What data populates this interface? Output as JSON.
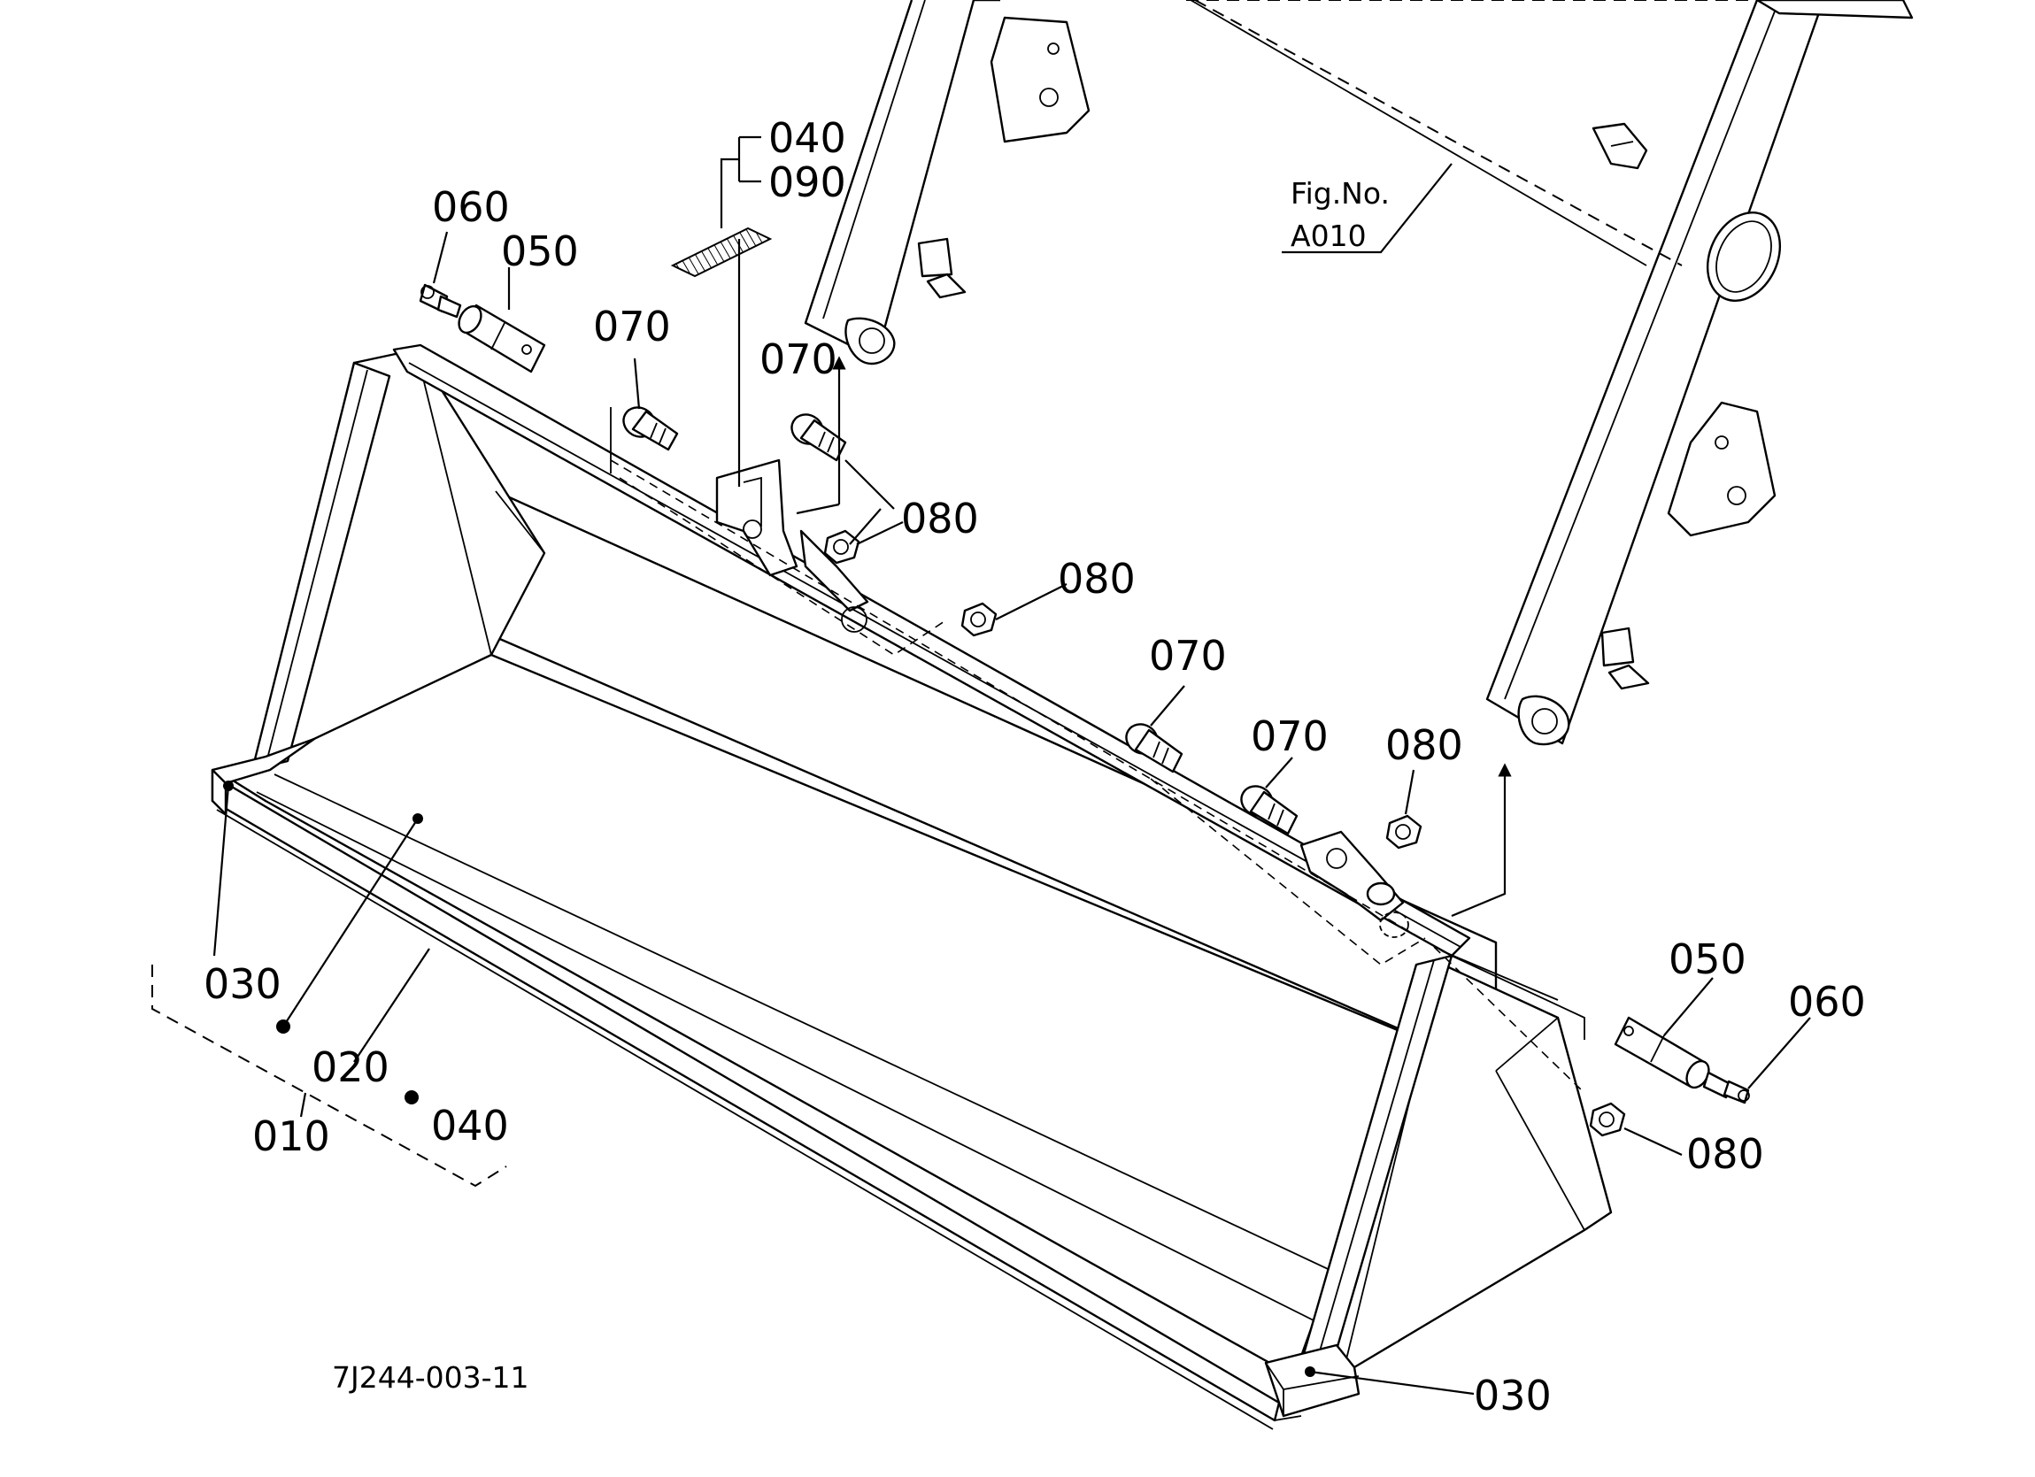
{
  "figure_reference": {
    "line1": "Fig.No.",
    "line2": "A010"
  },
  "drawing_number": "7J244-003-11",
  "callouts": {
    "c010": "010",
    "c020": "020",
    "c030_left": "030",
    "c030_right": "030",
    "c040_top": "040",
    "c040_set": "040",
    "c050_left": "050",
    "c050_right": "050",
    "c060_left": "060",
    "c060_right": "060",
    "c070_a": "070",
    "c070_b": "070",
    "c070_c": "070",
    "c070_d": "070",
    "c080_a": "080",
    "c080_b": "080",
    "c080_c": "080",
    "c080_d": "080",
    "c090": "090"
  }
}
